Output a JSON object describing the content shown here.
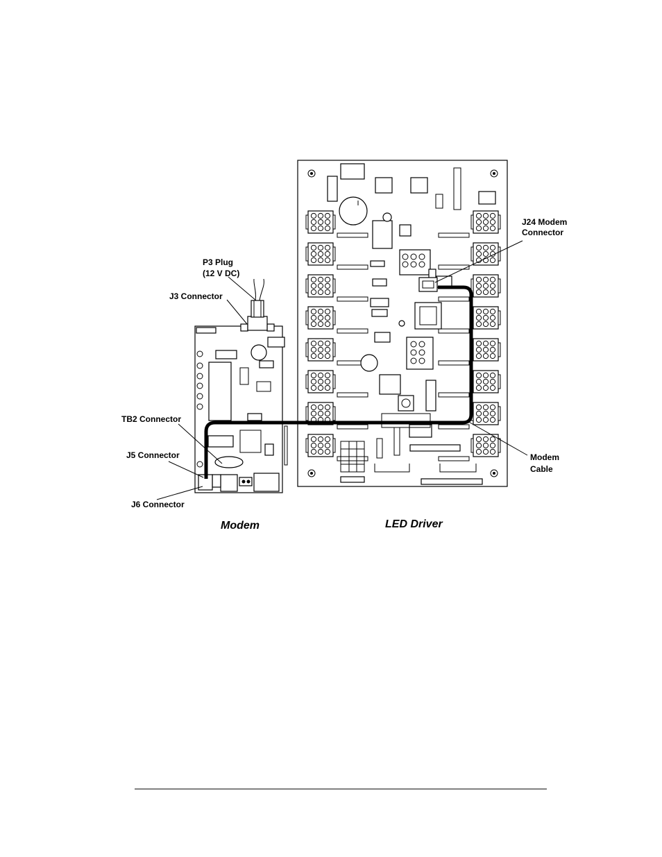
{
  "labels": {
    "p3_plug_line1": "P3 Plug",
    "p3_plug_line2": "(12 V DC)",
    "j3": "J3 Connector",
    "tb2": "TB2 Connector",
    "j5": "J5 Connector",
    "j6": "J6 Connector",
    "j24_line1": "J24 Modem",
    "j24_line2": "Connector",
    "cable_line1": "Modem",
    "cable_line2": "Cable"
  },
  "captions": {
    "modem": "Modem",
    "led_driver": "LED Driver"
  },
  "colors": {
    "line": "#000000",
    "background": "#ffffff"
  }
}
